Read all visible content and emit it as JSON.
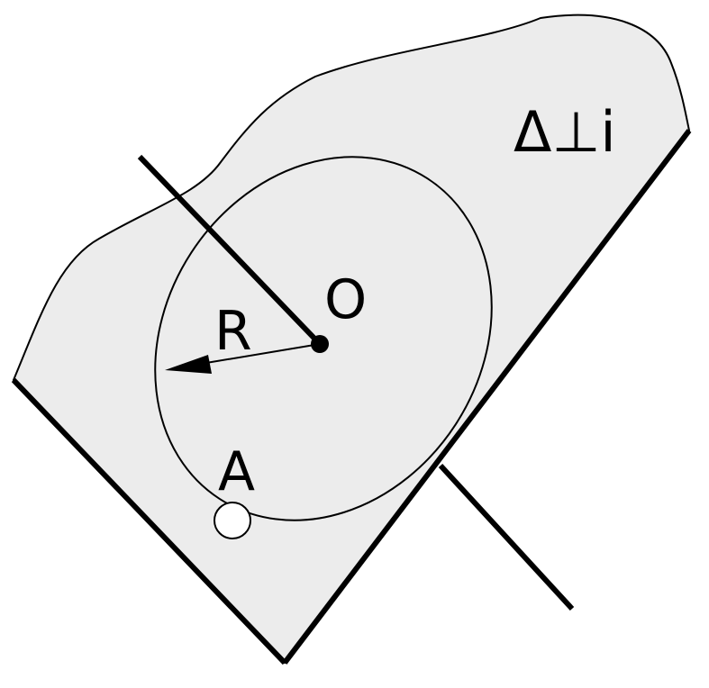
{
  "colors": {
    "plane_fill": "#ececec",
    "stroke": "#000000",
    "background": "#ffffff",
    "point_A_fill": "#ffffff",
    "center_fill": "#000000"
  },
  "labels": {
    "plane": "Δ⊥i",
    "center": "O",
    "radius": "R",
    "point": "A"
  }
}
